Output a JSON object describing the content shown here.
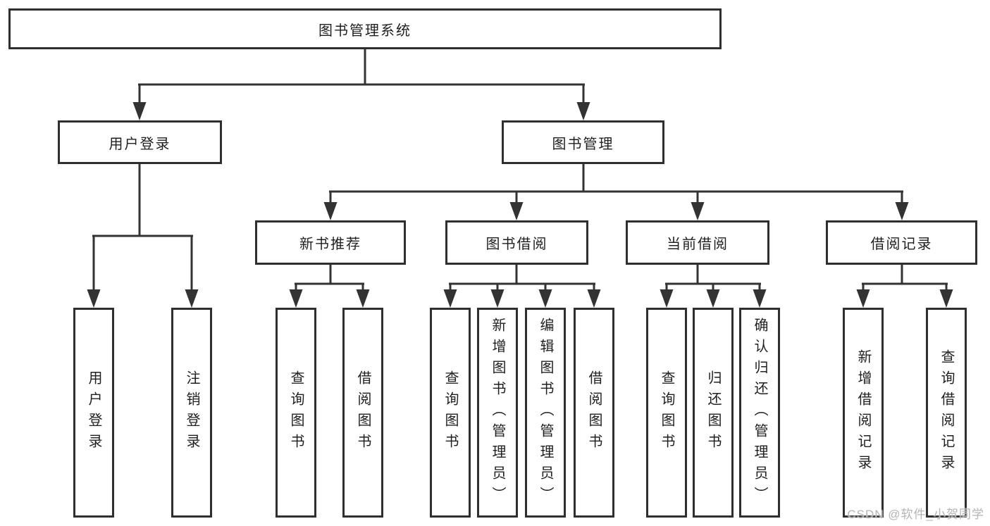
{
  "tree": {
    "root": "图书管理系统",
    "groups": [
      {
        "parent": "用户登录",
        "children": [
          "用户登录",
          "注销登录"
        ]
      },
      {
        "parent": "图书管理",
        "subgroups": [
          {
            "parent": "新书推荐",
            "children": [
              "查询图书",
              "借阅图书"
            ]
          },
          {
            "parent": "图书借阅",
            "children": [
              "查询图书",
              "新增图书（管理员）",
              "编辑图书（管理员）",
              "借阅图书"
            ]
          },
          {
            "parent": "当前借阅",
            "children": [
              "查询图书",
              "归还图书",
              "确认归还（管理员）"
            ]
          },
          {
            "parent": "借阅记录",
            "children": [
              "新增借阅记录",
              "查询借阅记录"
            ]
          }
        ]
      }
    ]
  },
  "watermark": "CSDN @软件_小贺同学",
  "colors": {
    "line": "#333333",
    "box_border": "#2f2f2f",
    "text": "#1f1f1f",
    "watermark": "#b4b4b4",
    "background": "#ffffff"
  }
}
